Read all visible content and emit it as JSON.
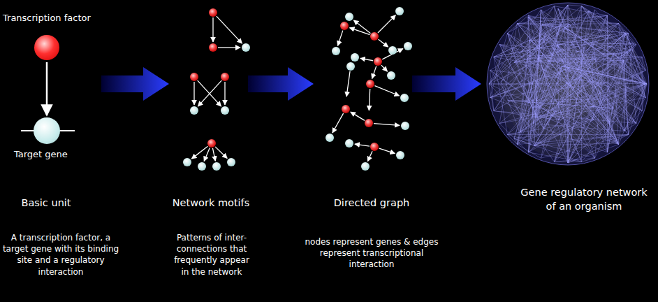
{
  "diagram": {
    "nodes": [
      {
        "text": [
          "Transcription factor"
        ]
      },
      {
        "text": [
          "Target gene"
        ]
      }
    ],
    "edges": [
      {
        "from": 0,
        "to": 1,
        "arrow": "to"
      }
    ],
    "labels": [
      "Basic unit",
      "Network motifs",
      "Directed graph",
      "Gene regulatory network of an organism",
      "A transcription factor, a target gene with its binding site and a regulatory interaction",
      "Patterns of inter- connections that frequently appear in the network",
      "nodes represent genes & edges represent transcriptional interaction"
    ]
  }
}
